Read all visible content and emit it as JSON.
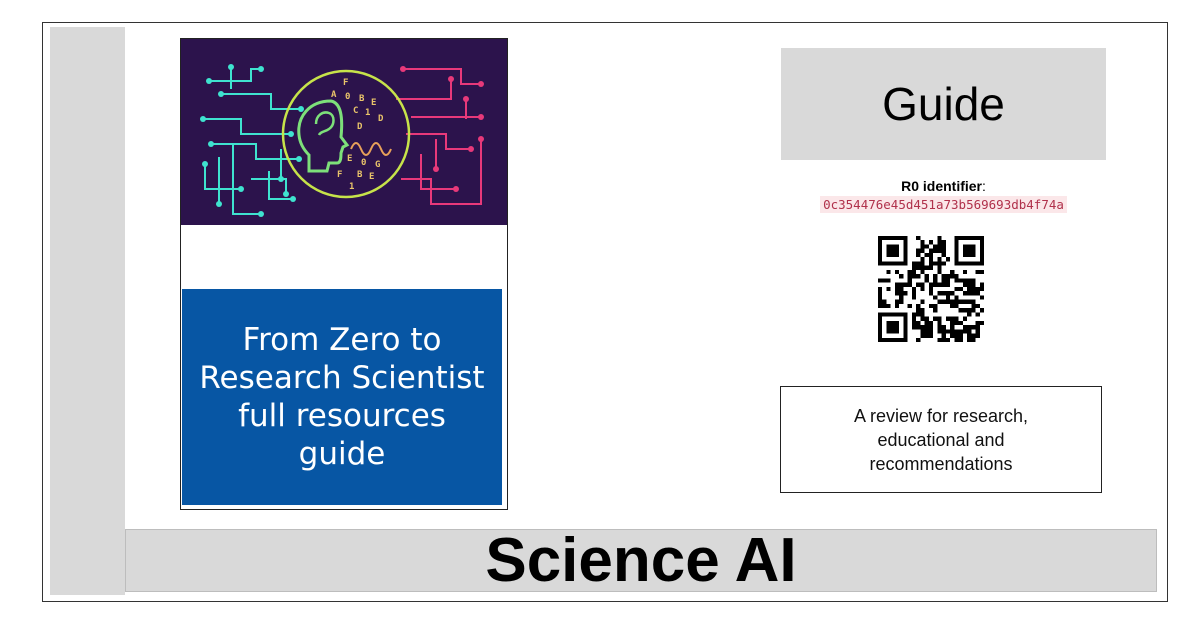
{
  "cover": {
    "title": "From Zero to\nResearch Scientist\nfull resources\nguide",
    "art_glyphs": [
      "F",
      "A",
      "0",
      "B",
      "E",
      "C",
      "1",
      "D",
      "D",
      "E",
      "0",
      "G",
      "F",
      "B",
      "E",
      "1"
    ],
    "colors": {
      "art_bg": "#2c134c",
      "title_bg": "#0756a4",
      "circuit_left": "#3fe3cf",
      "circuit_right": "#e8397a"
    }
  },
  "guide_label": "Guide",
  "identifier": {
    "label": "R0 identifier",
    "colon": ":",
    "value": "0c354476e45d451a73b569693db4f74a"
  },
  "qr_code": {
    "icon": "qr-code-icon"
  },
  "review": "A review for research,\neducational and\nrecommendations",
  "footer": {
    "title": "Science AI"
  }
}
